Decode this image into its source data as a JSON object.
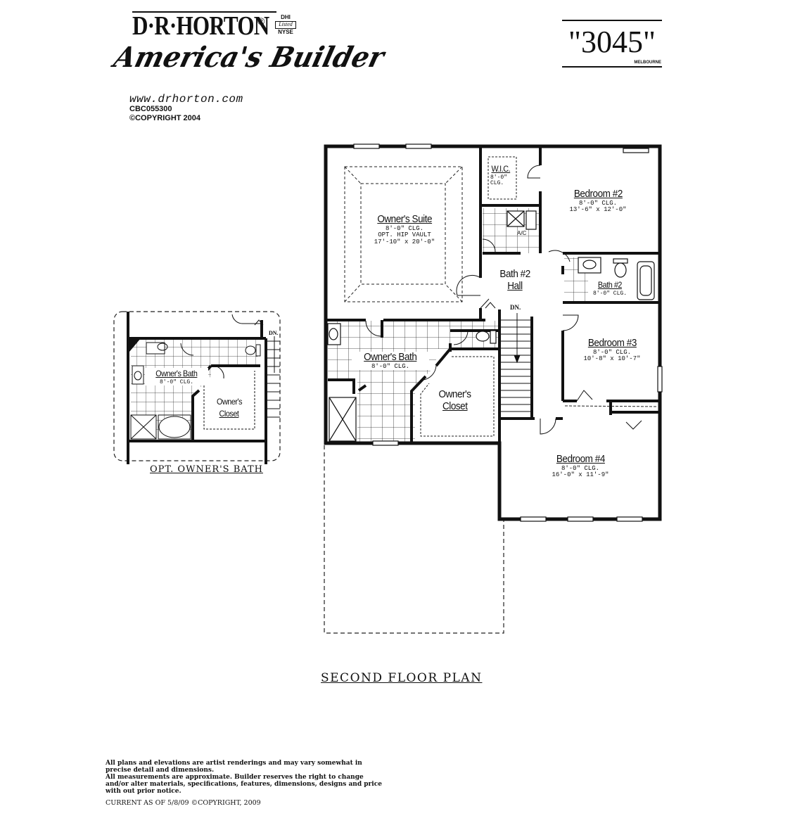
{
  "header": {
    "brand": "D·R·HORTON",
    "registered_mark": "®",
    "exchange_badge": {
      "top": "DHI",
      "middle": "Listed",
      "bottom": "NYSE"
    },
    "tagline": "America's Builder",
    "website": "www.drhorton.com",
    "license": "CBC055300",
    "copyright": "©COPYRIGHT 2004"
  },
  "model": {
    "number": "\"3045\"",
    "name": "MELBOURNE"
  },
  "floor_plan": {
    "title": "SECOND FLOOR PLAN",
    "rooms": [
      {
        "id": "owners-suite",
        "name": "Owner's Suite",
        "lines": [
          "8'-0\" CLG.",
          "OPT. HIP VAULT",
          "17'-10\" x 20'-0\""
        ]
      },
      {
        "id": "wic",
        "name": "W.I.C.",
        "lines": [
          "8'-0\"",
          "CLG."
        ]
      },
      {
        "id": "bedroom-2",
        "name": "Bedroom #2",
        "lines": [
          "8'-0\" CLG.",
          "13'-6\" x 12'-0\""
        ]
      },
      {
        "id": "bath-2-hall",
        "name": "Bath #2",
        "lines": [
          "Hall"
        ]
      },
      {
        "id": "bath-2",
        "name": "Bath #2",
        "lines": [
          "8'-0\" CLG."
        ]
      },
      {
        "id": "bedroom-3",
        "name": "Bedroom #3",
        "lines": [
          "8'-0\" CLG.",
          "10'-8\" x 10'-7\""
        ]
      },
      {
        "id": "owners-bath",
        "name": "Owner's Bath",
        "lines": [
          "8'-0\" CLG."
        ]
      },
      {
        "id": "owners-closet",
        "name": "Owner's",
        "lines": [
          "Closet"
        ]
      },
      {
        "id": "bedroom-4",
        "name": "Bedroom #4",
        "lines": [
          "8'-0\" CLG.",
          "16'-0\" x 11'-9\""
        ]
      }
    ],
    "annotations": {
      "stairs_down": "DN.",
      "ac": "A/C"
    }
  },
  "option_plan": {
    "title": "OPT. OWNER'S BATH",
    "rooms": [
      {
        "id": "opt-owners-bath",
        "name": "Owner's Bath",
        "lines": [
          "8'-0\" CLG."
        ]
      },
      {
        "id": "opt-owners-closet",
        "name": "Owner's",
        "lines": [
          "Closet"
        ]
      }
    ],
    "stairs_down": "DN."
  },
  "footer": {
    "disclaimer_1": "All plans and elevations are artist renderings and may vary somewhat in precise detail  and dimensions.",
    "disclaimer_2": "All measurements are approximate. Builder reserves the right to change and/or alter materials, specifications, features, dimensions, designs and price with out prior notice.",
    "current_as_of": "CURRENT AS OF 5/8/09 ©COPYRIGHT, 2009"
  }
}
